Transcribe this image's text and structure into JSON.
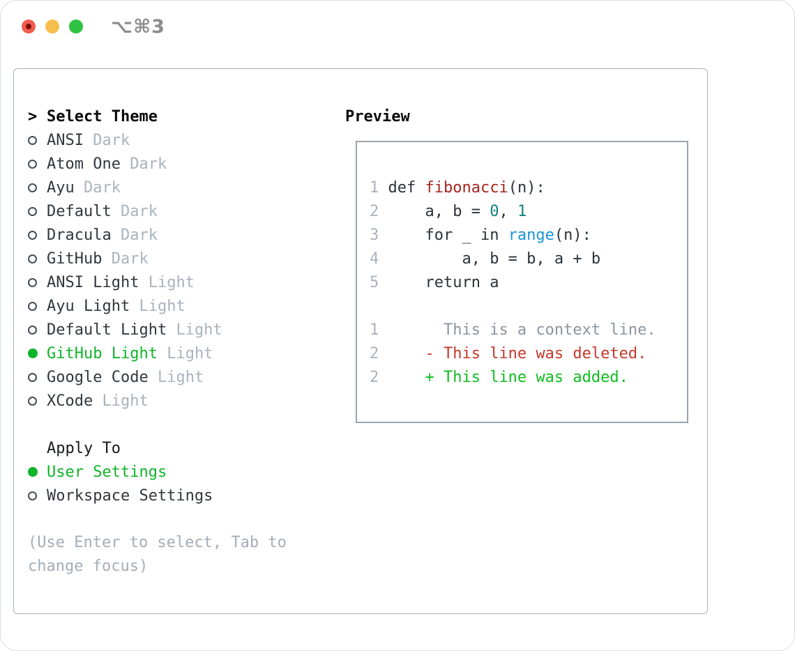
{
  "window": {
    "title": "⌥⌘3"
  },
  "colors": {
    "accent_green": "#10b42a",
    "name": "#30373d",
    "variant": "#a9b3bd",
    "muted": "#a3adb7",
    "linenum": "#a9b3bd",
    "code_text": "#2b3238",
    "func": "#a8231d",
    "number": "#11807f",
    "builtin": "#1b95d5",
    "context": "#8b959e",
    "deleted": "#c6372b",
    "added": "#0fbe1e",
    "traffic_red": "#f05b50",
    "traffic_yellow": "#f6bf4e",
    "traffic_green": "#2fc344"
  },
  "theme_panel": {
    "prompt": ">",
    "header": "Select Theme",
    "items": [
      {
        "name": "ANSI",
        "variant": "Dark",
        "selected": false
      },
      {
        "name": "Atom One",
        "variant": "Dark",
        "selected": false
      },
      {
        "name": "Ayu",
        "variant": "Dark",
        "selected": false
      },
      {
        "name": "Default",
        "variant": "Dark",
        "selected": false
      },
      {
        "name": "Dracula",
        "variant": "Dark",
        "selected": false
      },
      {
        "name": "GitHub",
        "variant": "Dark",
        "selected": false
      },
      {
        "name": "ANSI Light",
        "variant": "Light",
        "selected": false
      },
      {
        "name": "Ayu Light",
        "variant": "Light",
        "selected": false
      },
      {
        "name": "Default Light",
        "variant": "Light",
        "selected": false
      },
      {
        "name": "GitHub Light",
        "variant": "Light",
        "selected": true
      },
      {
        "name": "Google Code",
        "variant": "Light",
        "selected": false
      },
      {
        "name": "XCode",
        "variant": "Light",
        "selected": false
      }
    ]
  },
  "apply_to": {
    "header": "Apply To",
    "items": [
      {
        "name": "User Settings",
        "selected": true
      },
      {
        "name": "Workspace Settings",
        "selected": false
      }
    ]
  },
  "help_text": "(Use Enter to select, Tab to change focus)",
  "preview": {
    "header": "Preview",
    "code_lines": [
      {
        "num": "1",
        "tokens": [
          {
            "t": "def ",
            "c": "code_text"
          },
          {
            "t": "fibonacci",
            "c": "func"
          },
          {
            "t": "(n):",
            "c": "code_text"
          }
        ]
      },
      {
        "num": "2",
        "tokens": [
          {
            "t": "    a, b = ",
            "c": "code_text"
          },
          {
            "t": "0",
            "c": "number"
          },
          {
            "t": ", ",
            "c": "code_text"
          },
          {
            "t": "1",
            "c": "number"
          }
        ]
      },
      {
        "num": "3",
        "tokens": [
          {
            "t": "    for _ in ",
            "c": "code_text"
          },
          {
            "t": "range",
            "c": "builtin"
          },
          {
            "t": "(n):",
            "c": "code_text"
          }
        ]
      },
      {
        "num": "4",
        "tokens": [
          {
            "t": "        a, b = b, a + b",
            "c": "code_text"
          }
        ]
      },
      {
        "num": "5",
        "tokens": [
          {
            "t": "    return a",
            "c": "code_text"
          }
        ]
      },
      {
        "blank": true
      },
      {
        "num": "1",
        "tokens": [
          {
            "t": "      This is a context line.",
            "c": "context"
          }
        ]
      },
      {
        "num": "2",
        "tokens": [
          {
            "t": "    - This line was deleted.",
            "c": "deleted"
          }
        ]
      },
      {
        "num": "2",
        "tokens": [
          {
            "t": "    + This line was added.",
            "c": "added"
          }
        ]
      }
    ]
  }
}
